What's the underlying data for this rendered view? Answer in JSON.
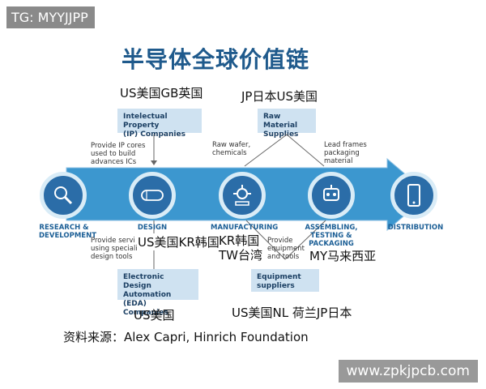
{
  "tag": "TG: MYYJJPP",
  "title": "半导体全球价值链",
  "countries": {
    "ip": "US美国GB英国",
    "raw": "JP日本US美国",
    "design_eda": "US美国KR韩国",
    "manufacturing": "KR韩国\nTW台湾",
    "assembling": "MY马来西亚",
    "eda_bottom": "US美国",
    "equipment_bottom": "US美国NL 荷兰JP日本"
  },
  "boxes": {
    "ip": "Intelectual Property\n(IP) Companies",
    "raw": "Raw Material\nSupplies",
    "eda": "Electronic Design\nAutomation (EDA)\nCompanies",
    "equipment": "Equipment\nsuppliers"
  },
  "notes": {
    "provide_ip": "Provide IP cores\nused to build\nadvances ICs",
    "raw_wafer": "Raw wafer,\nchemicals",
    "lead_frames": "Lead frames\npackaging\nmaterial",
    "provide_services": "Provide servi\nusing specialized\ndesign tools",
    "provide_equipment": "Provide\nequipment\nand tools"
  },
  "stages": {
    "research": "RESEARCH &\nDEVELOPMENT",
    "design": "DESIGN",
    "manufacturing": "MANUFACTURING",
    "assembling": "ASSEMBLING,\nTESTING &\nPACKAGING",
    "distribution": "DISTRIBUTION"
  },
  "source": "资料来源：Alex Capri, Hinrich Foundation",
  "watermark": "www.zpkjpcb.com",
  "colors": {
    "arrow": "#3c97cf",
    "circle": "#2b6da8",
    "box": "#cfe2f1",
    "stage_text": "#1c5f96",
    "title": "#1f5a8c"
  }
}
